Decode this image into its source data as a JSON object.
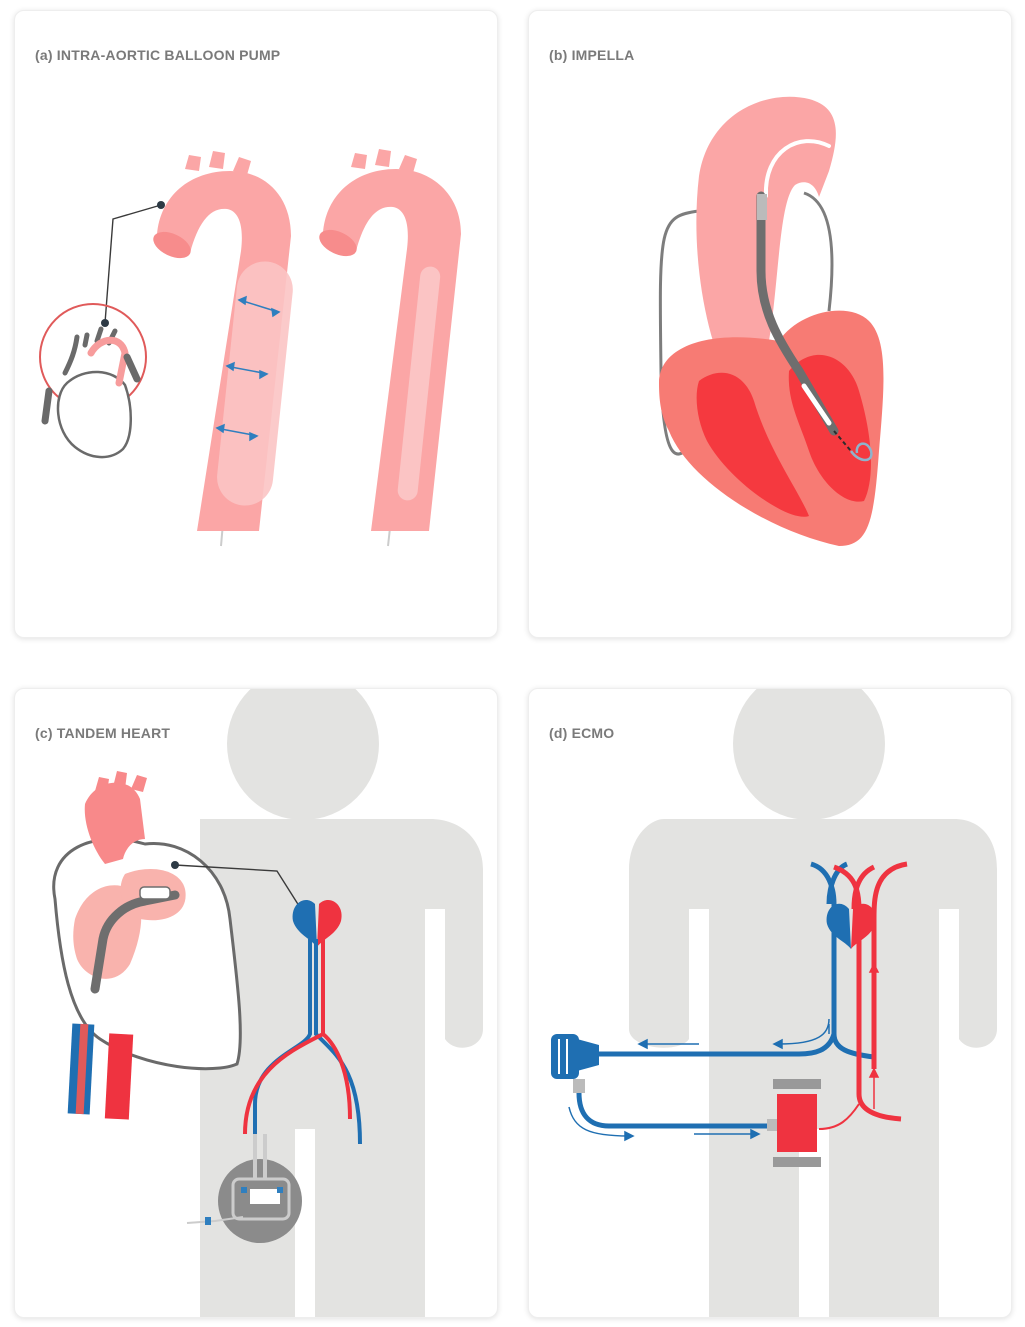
{
  "panels": {
    "a": {
      "title": "(a) INTRA-AORTIC BALLOON PUMP"
    },
    "b": {
      "title": "(b) IMPELLA"
    },
    "c": {
      "title": "(c) TANDEM HEART"
    },
    "d": {
      "title": "(d) ECMO"
    }
  },
  "colors": {
    "aorta": "#fba6a6",
    "heart_wall": "#f77b74",
    "ventricle": "#f5393f",
    "oxygenated": "#ef3340",
    "deoxygenated": "#1f6fb2",
    "body_silhouette": "#e3e3e1",
    "device_grey": "#7d7d7d",
    "title": "#7a7a7a"
  }
}
